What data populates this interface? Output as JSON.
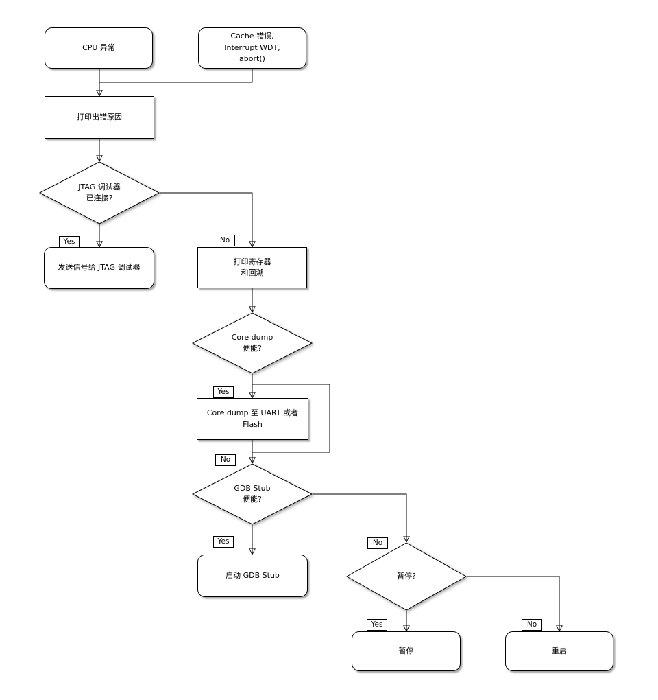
{
  "diagram": {
    "type": "flowchart",
    "nodes": {
      "cpu_exception": "CPU 异常",
      "cache_error": "Cache 错误,\nInterrupt WDT,\nabort()",
      "print_error_reason": "打印出错原因",
      "jtag_connected": "JTAG 调试器\n已连接?",
      "send_signal_jtag": "发送信号给 JTAG 调试器",
      "print_registers": "打印寄存器\n和回溯",
      "coredump_enabled": "Core dump\n便能?",
      "coredump_to_uart_flash": "Core dump 至 UART 或者 Flash",
      "gdbstub_enabled": "GDB Stub\n便能?",
      "start_gdbstub": "启动 GDB Stub",
      "pause_question": "暂停?",
      "pause": "暂停",
      "restart": "重启"
    },
    "branch_labels": {
      "yes": "Yes",
      "no": "No"
    },
    "edges": [
      {
        "from": "CPU 异常",
        "to": "打印出错原因"
      },
      {
        "from": "Cache 错误, Interrupt WDT, abort()",
        "to": "打印出错原因"
      },
      {
        "from": "打印出错原因",
        "to": "JTAG 调试器 已连接?"
      },
      {
        "from": "JTAG 调试器 已连接?",
        "to": "发送信号给 JTAG 调试器",
        "label": "Yes"
      },
      {
        "from": "JTAG 调试器 已连接?",
        "to": "打印寄存器 和回溯",
        "label": "No"
      },
      {
        "from": "打印寄存器 和回溯",
        "to": "Core dump 便能?"
      },
      {
        "from": "Core dump 便能?",
        "to": "Core dump 至 UART 或者 Flash",
        "label": "Yes"
      },
      {
        "from": "Core dump 便能?",
        "to": "GDB Stub 便能?",
        "label": "No"
      },
      {
        "from": "Core dump 至 UART 或者 Flash",
        "to": "GDB Stub 便能?"
      },
      {
        "from": "GDB Stub 便能?",
        "to": "启动 GDB Stub",
        "label": "Yes"
      },
      {
        "from": "GDB Stub 便能?",
        "to": "暂停?",
        "label": "No"
      },
      {
        "from": "暂停?",
        "to": "暂停",
        "label": "Yes"
      },
      {
        "from": "暂停?",
        "to": "重启",
        "label": "No"
      }
    ],
    "colors": {
      "background": "#ffffff",
      "line": "#000000",
      "shape_fill": "#ffffff",
      "text": "#000000"
    }
  }
}
